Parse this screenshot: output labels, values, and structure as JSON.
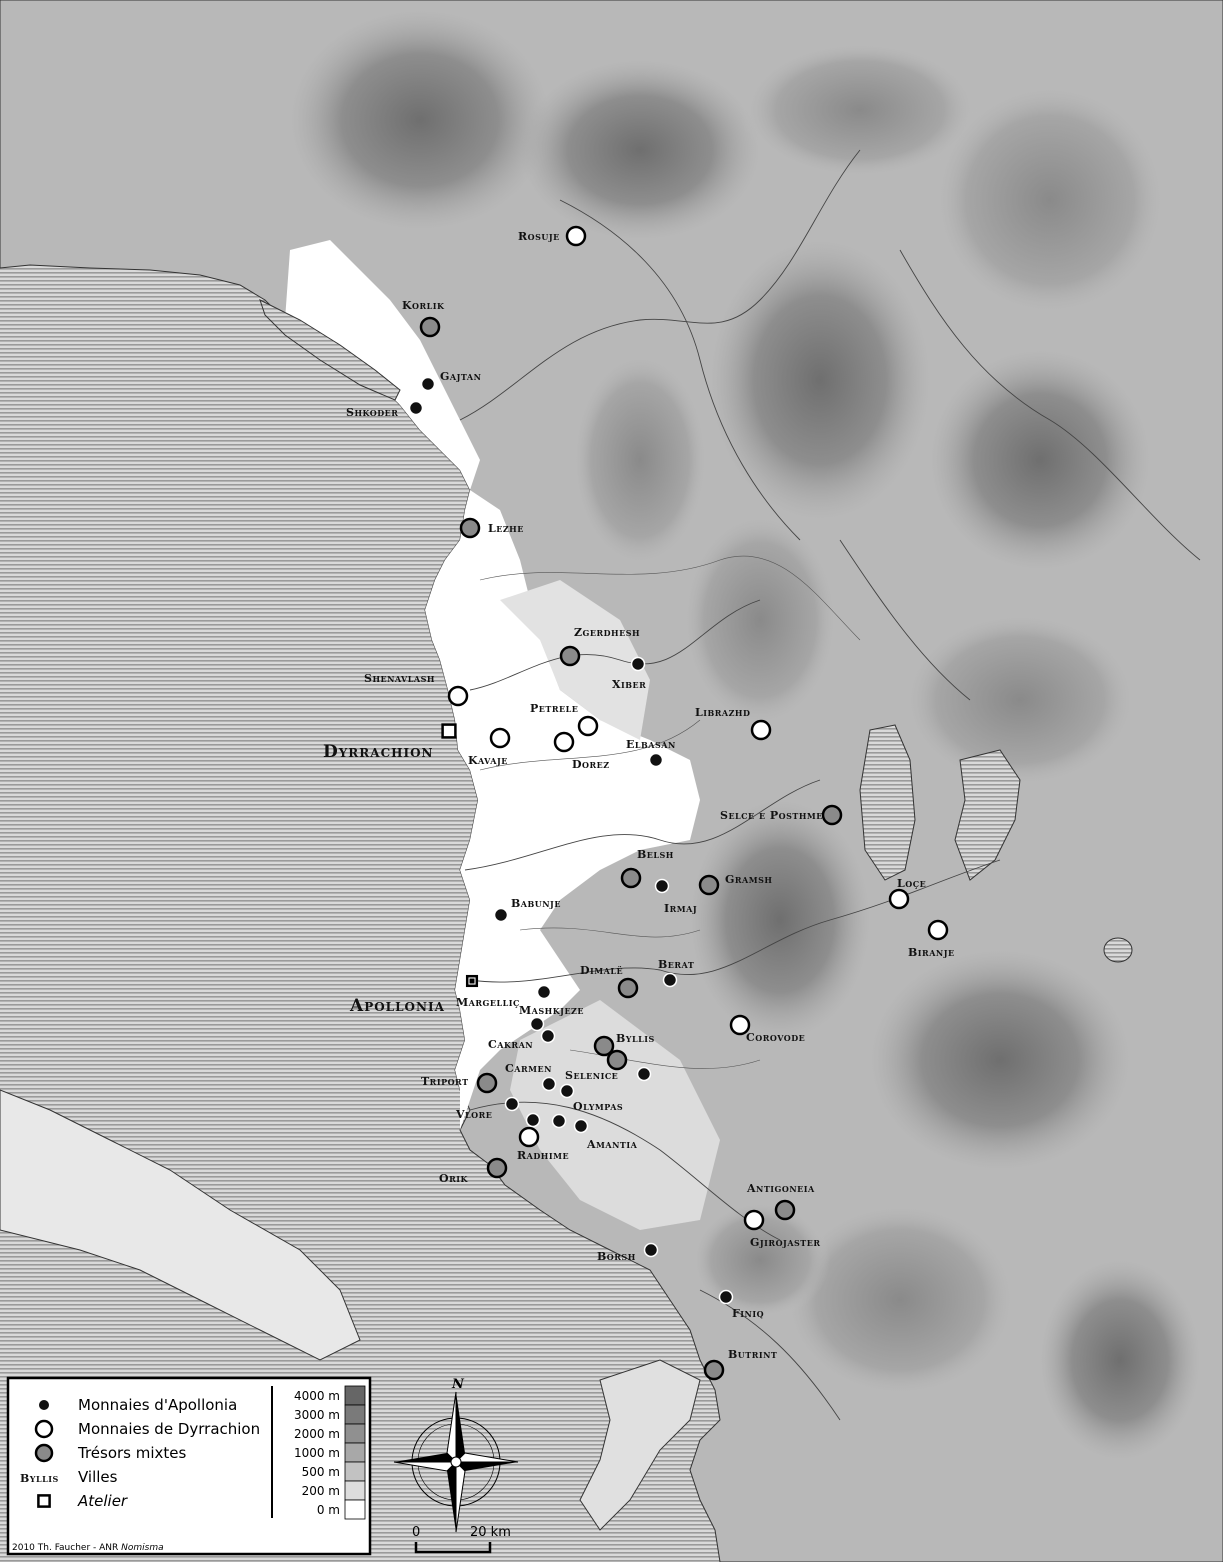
{
  "map": {
    "colors": {
      "sea": "#b4b4b4",
      "land_low": "#ffffff",
      "apollonia_marker": "#111111",
      "dyrrachion_marker": "#ffffff",
      "mixed_marker": "#8a8a8a"
    },
    "cities_major": [
      {
        "id": "dyrrachion",
        "label": "Dyrrachion",
        "marker": "atelier"
      },
      {
        "id": "apollonia",
        "label": "Apollonia",
        "marker": "atelier-city"
      }
    ],
    "sites": [
      {
        "label": "Rosuje",
        "type": "dyrrachion"
      },
      {
        "label": "Korlik",
        "type": "mixed"
      },
      {
        "label": "Gajtan",
        "type": "apollonia"
      },
      {
        "label": "Shkoder",
        "type": "apollonia"
      },
      {
        "label": "Lezhe",
        "type": "mixed"
      },
      {
        "label": "Zgerdhesh",
        "type": "mixed"
      },
      {
        "label": "Xiber",
        "type": "apollonia"
      },
      {
        "label": "Shenavlash",
        "type": "dyrrachion"
      },
      {
        "label": "Petrele",
        "type": "dyrrachion"
      },
      {
        "label": "Librazhd",
        "type": "dyrrachion"
      },
      {
        "label": "Kavaje",
        "type": "dyrrachion"
      },
      {
        "label": "Dorez",
        "type": "dyrrachion"
      },
      {
        "label": "Elbasan",
        "type": "apollonia"
      },
      {
        "label": "Selce e Posthme",
        "type": "mixed"
      },
      {
        "label": "Belsh",
        "type": "mixed"
      },
      {
        "label": "Irmaj",
        "type": "apollonia"
      },
      {
        "label": "Gramsh",
        "type": "mixed"
      },
      {
        "label": "Loçe",
        "type": "dyrrachion"
      },
      {
        "label": "Biranje",
        "type": "dyrrachion"
      },
      {
        "label": "Babunje",
        "type": "apollonia"
      },
      {
        "label": "Berat",
        "type": "apollonia"
      },
      {
        "label": "Dimalë",
        "type": "mixed"
      },
      {
        "label": "Margelliç",
        "type": "apollonia"
      },
      {
        "label": "Mashkjeze",
        "type": "apollonia"
      },
      {
        "label": "Corovode",
        "type": "dyrrachion"
      },
      {
        "label": "Byllis",
        "type": "mixed"
      },
      {
        "label": "Cakran",
        "type": "apollonia"
      },
      {
        "label": "Triport",
        "type": "mixed"
      },
      {
        "label": "Carmen",
        "type": "apollonia"
      },
      {
        "label": "Selenice",
        "type": "apollonia"
      },
      {
        "label": "Vlore",
        "type": "apollonia"
      },
      {
        "label": "Olympas",
        "type": "apollonia"
      },
      {
        "label": "Amantia",
        "type": "apollonia"
      },
      {
        "label": "Radhime",
        "type": "dyrrachion"
      },
      {
        "label": "Orik",
        "type": "mixed"
      },
      {
        "label": "Antigoneia",
        "type": "mixed"
      },
      {
        "label": "Gjirojaster",
        "type": "dyrrachion"
      },
      {
        "label": "Borsh",
        "type": "apollonia"
      },
      {
        "label": "Finiq",
        "type": "apollonia"
      },
      {
        "label": "Butrint",
        "type": "mixed"
      }
    ]
  },
  "legend": {
    "items": [
      {
        "marker": "apollonia",
        "label": "Monnaies d'Apollonia"
      },
      {
        "marker": "dyrrachion",
        "label": "Monnaies de Dyrrachion"
      },
      {
        "marker": "mixed",
        "label": "Trésors mixtes"
      },
      {
        "marker": "city",
        "prefix": "Byllis",
        "label": "Villes"
      },
      {
        "marker": "atelier",
        "label": "Atelier"
      }
    ],
    "elevation": [
      {
        "label": "4000 m",
        "color": "#666666"
      },
      {
        "label": "3000 m",
        "color": "#7a7a7a"
      },
      {
        "label": "2000 m",
        "color": "#909090"
      },
      {
        "label": "1000 m",
        "color": "#a8a8a8"
      },
      {
        "label": "500 m",
        "color": "#c2c2c2"
      },
      {
        "label": "200 m",
        "color": "#dddddd"
      },
      {
        "label": "0 m",
        "color": "#ffffff"
      }
    ]
  },
  "compass": {
    "north_label": "N",
    "icon": "compass-rose-icon"
  },
  "scale": {
    "start_label": "0",
    "end_label": "20 km"
  },
  "credit": {
    "text": "2010 Th. Faucher - ANR ",
    "italic": "Nomisma"
  }
}
